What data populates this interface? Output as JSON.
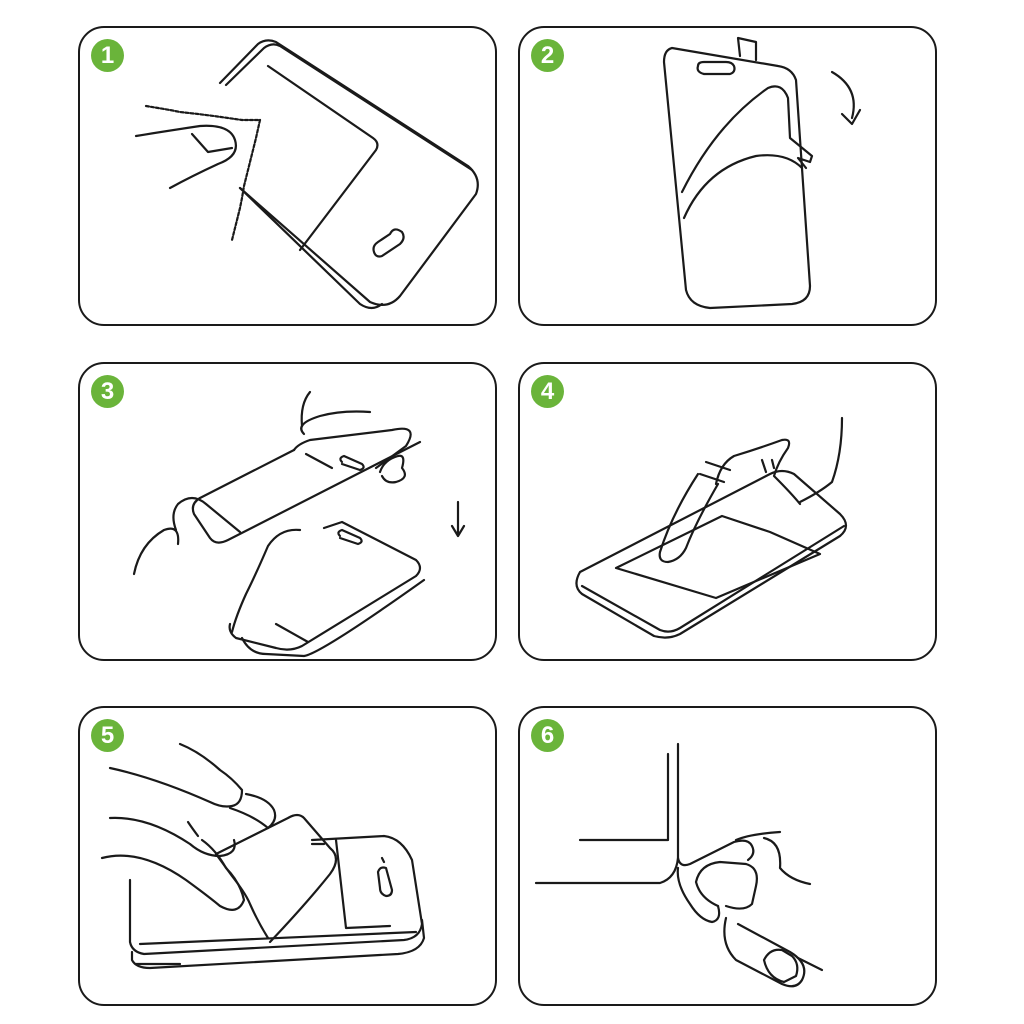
{
  "theme": {
    "badge_color": "#6ab43a",
    "stroke_color": "#1a1a1a"
  },
  "steps": [
    {
      "number": "1",
      "illustration": "wipe-screen-with-cloth"
    },
    {
      "number": "2",
      "illustration": "peel-protector-backing"
    },
    {
      "number": "3",
      "illustration": "align-protector-onto-phone"
    },
    {
      "number": "4",
      "illustration": "press-protector-with-finger"
    },
    {
      "number": "5",
      "illustration": "smooth-out-bubbles-with-card"
    },
    {
      "number": "6",
      "illustration": "press-edges-corner"
    }
  ]
}
